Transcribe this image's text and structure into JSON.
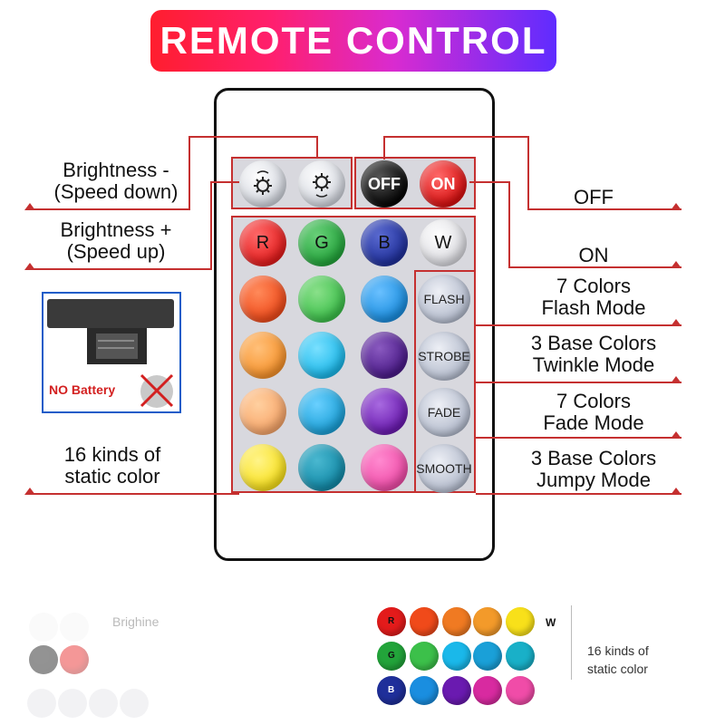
{
  "title": "REMOTE CONTROL",
  "remote": {
    "top_row": [
      {
        "name": "brightness-down",
        "icon": "sun-down-icon"
      },
      {
        "name": "brightness-up",
        "icon": "sun-up-icon"
      },
      {
        "name": "off",
        "label": "OFF",
        "color": "#0b0b0b"
      },
      {
        "name": "on",
        "label": "ON",
        "color": "#e81b1b"
      }
    ],
    "color_rows": [
      [
        {
          "label": "R",
          "color": "#e31b1b"
        },
        {
          "label": "G",
          "color": "#22a43a"
        },
        {
          "label": "B",
          "color": "#1f2f9a"
        },
        {
          "label": "W",
          "color": "#f5f5f5"
        }
      ],
      [
        {
          "color": "#f04a1a"
        },
        {
          "color": "#3cc04a"
        },
        {
          "color": "#1a8ee0"
        }
      ],
      [
        {
          "color": "#f7922a"
        },
        {
          "color": "#1ab8ea"
        },
        {
          "color": "#4a1a88"
        }
      ],
      [
        {
          "color": "#f8a66a"
        },
        {
          "color": "#1aa0d8"
        },
        {
          "color": "#6a1ab0"
        }
      ],
      [
        {
          "color": "#f8e01a"
        },
        {
          "color": "#128aa8"
        },
        {
          "color": "#f04ca8"
        }
      ]
    ],
    "mode_buttons": [
      "FLASH",
      "STROBE",
      "FADE",
      "SMOOTH"
    ]
  },
  "labels": {
    "brightness_minus_1": "Brightness -",
    "brightness_minus_2": "(Speed down)",
    "brightness_plus_1": "Brightness +",
    "brightness_plus_2": "(Speed up)",
    "off": "OFF",
    "on": "ON",
    "flash_1": "7 Colors",
    "flash_2": "Flash Mode",
    "strobe_1": "3 Base Colors",
    "strobe_2": "Twinkle Mode",
    "fade_1": "7 Colors",
    "fade_2": "Fade Mode",
    "smooth_1": "3 Base Colors",
    "smooth_2": "Jumpy Mode",
    "static_1": "16 kinds of",
    "static_2": "static color",
    "no_battery": "NO Battery"
  },
  "preview": {
    "static_label_1": "16 kinds of",
    "static_label_2": "static color",
    "brightness_faint": "Brighine",
    "row_colors": [
      [
        "#e31b1b",
        "#f04a1a",
        "#f07a22",
        "#f39a2a",
        "#f8e01a"
      ],
      [
        "#22a43a",
        "#3cc04a",
        "#1ab8ea",
        "#1aa0d8",
        "#19b0c8"
      ],
      [
        "#1f2f9a",
        "#1a8ee0",
        "#6a1ab0",
        "#d82aa0",
        "#f04ca8"
      ]
    ],
    "row_letters": [
      "R",
      "G",
      "B"
    ],
    "w_letter": "W"
  },
  "colors": {
    "accent_line": "#c53030",
    "panel": "#d8d8de"
  }
}
